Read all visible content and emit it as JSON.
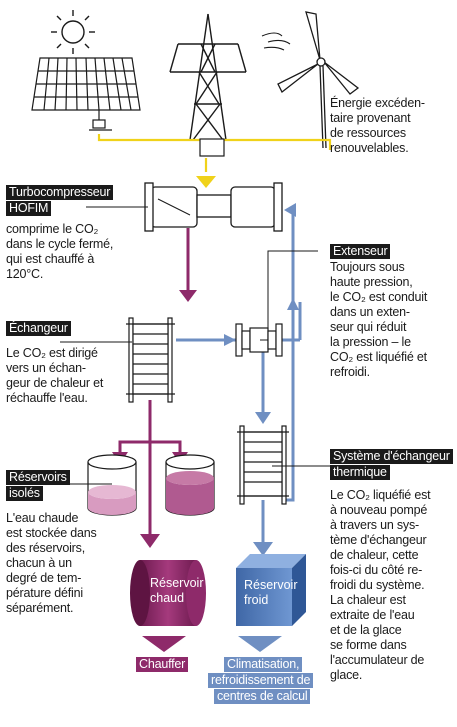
{
  "energy_note": [
    "Énergie excéden-",
    "taire provenant",
    "de ressources",
    "renouvelables."
  ],
  "turbo": {
    "title": [
      "Turbocompresseur",
      "HOFIM"
    ],
    "text": [
      "comprime le CO₂",
      "dans le cycle fermé,",
      "qui est chauffé à",
      "120°C."
    ]
  },
  "expander": {
    "title": "Extenseur",
    "text": [
      "Toujours sous",
      "haute pression,",
      "le CO₂ est conduit",
      "dans un exten-",
      "seur qui réduit",
      "la pression – le",
      "CO₂ est liquéfié et",
      "refroidi."
    ]
  },
  "exchanger": {
    "title": "Échangeur",
    "text": [
      "Le CO₂ est dirigé",
      "vers un échan-",
      "geur de chaleur et",
      "réchauffe l'eau."
    ]
  },
  "reservoirs": {
    "title": [
      "Réservoirs",
      "isolés"
    ],
    "text": [
      "L'eau chaude",
      "est stockée dans",
      "des réservoirs,",
      "chacun à un",
      "degré de tem-",
      "pérature défini",
      "séparément."
    ]
  },
  "heat_exchange_system": {
    "title": [
      "Système d'échangeur",
      "thermique"
    ],
    "text": [
      "Le CO₂ liquéfié est",
      "à nouveau pompé",
      "à travers un sys-",
      "tème d'échangeur",
      "de chaleur, cette",
      "fois-ci du côté re-",
      "froidi du système.",
      "La chaleur est",
      "extraite de l'eau",
      "et de la glace",
      "se forme dans",
      "l'accumulateur de",
      "glace."
    ]
  },
  "hot_tank": {
    "label": [
      "Réservoir",
      "chaud"
    ]
  },
  "cold_tank": {
    "label": [
      "Réservoir",
      "froid"
    ]
  },
  "output_hot": {
    "label": "Chauffer"
  },
  "output_cold": {
    "label": [
      "Climatisation,",
      "refroidissement de",
      "centres de calcul"
    ]
  },
  "colors": {
    "hot": "#8e2a6a",
    "cold": "#6f8fc2",
    "power": "#f0d21a",
    "ink": "#1a1a1a",
    "tank_hot": "#c06a9a",
    "tank_cold": "#5a82c0"
  }
}
